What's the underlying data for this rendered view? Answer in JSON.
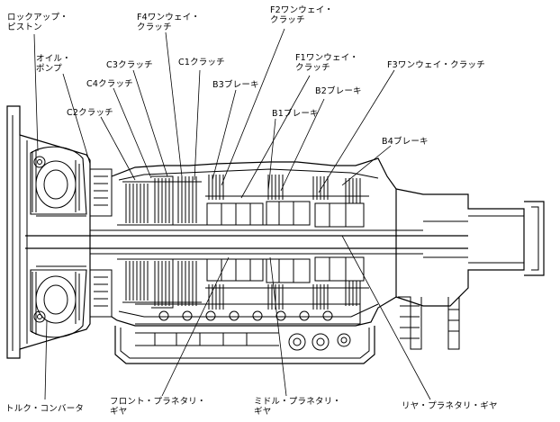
{
  "diagram": {
    "labels": {
      "lockup_piston": "ロックアップ・\nピストン",
      "f4_one_way_clutch": "F4ワンウェイ・\nクラッチ",
      "f2_one_way_clutch": "F2ワンウェイ・\nクラッチ",
      "oil_pump": "オイル・\nポンプ",
      "c3_clutch": "C3クラッチ",
      "c1_clutch": "C1クラッチ",
      "f1_one_way_clutch": "F1ワンウェイ・\nクラッチ",
      "f3_one_way_clutch": "F3ワンウェイ・クラッチ",
      "c4_clutch": "C4クラッチ",
      "b3_brake": "B3ブレーキ",
      "b2_brake": "B2ブレーキ",
      "c2_clutch": "C2クラッチ",
      "b1_brake": "B1ブレーキ",
      "b4_brake": "B4ブレーキ",
      "torque_converter": "トルク・コンバータ",
      "front_planetary_gear": "フロント・プラネタリ・\nギヤ",
      "middle_planetary_gear": "ミドル・プラネタリ・\nギヤ",
      "rear_planetary_gear": "リヤ・プラネタリ・ギヤ"
    }
  }
}
